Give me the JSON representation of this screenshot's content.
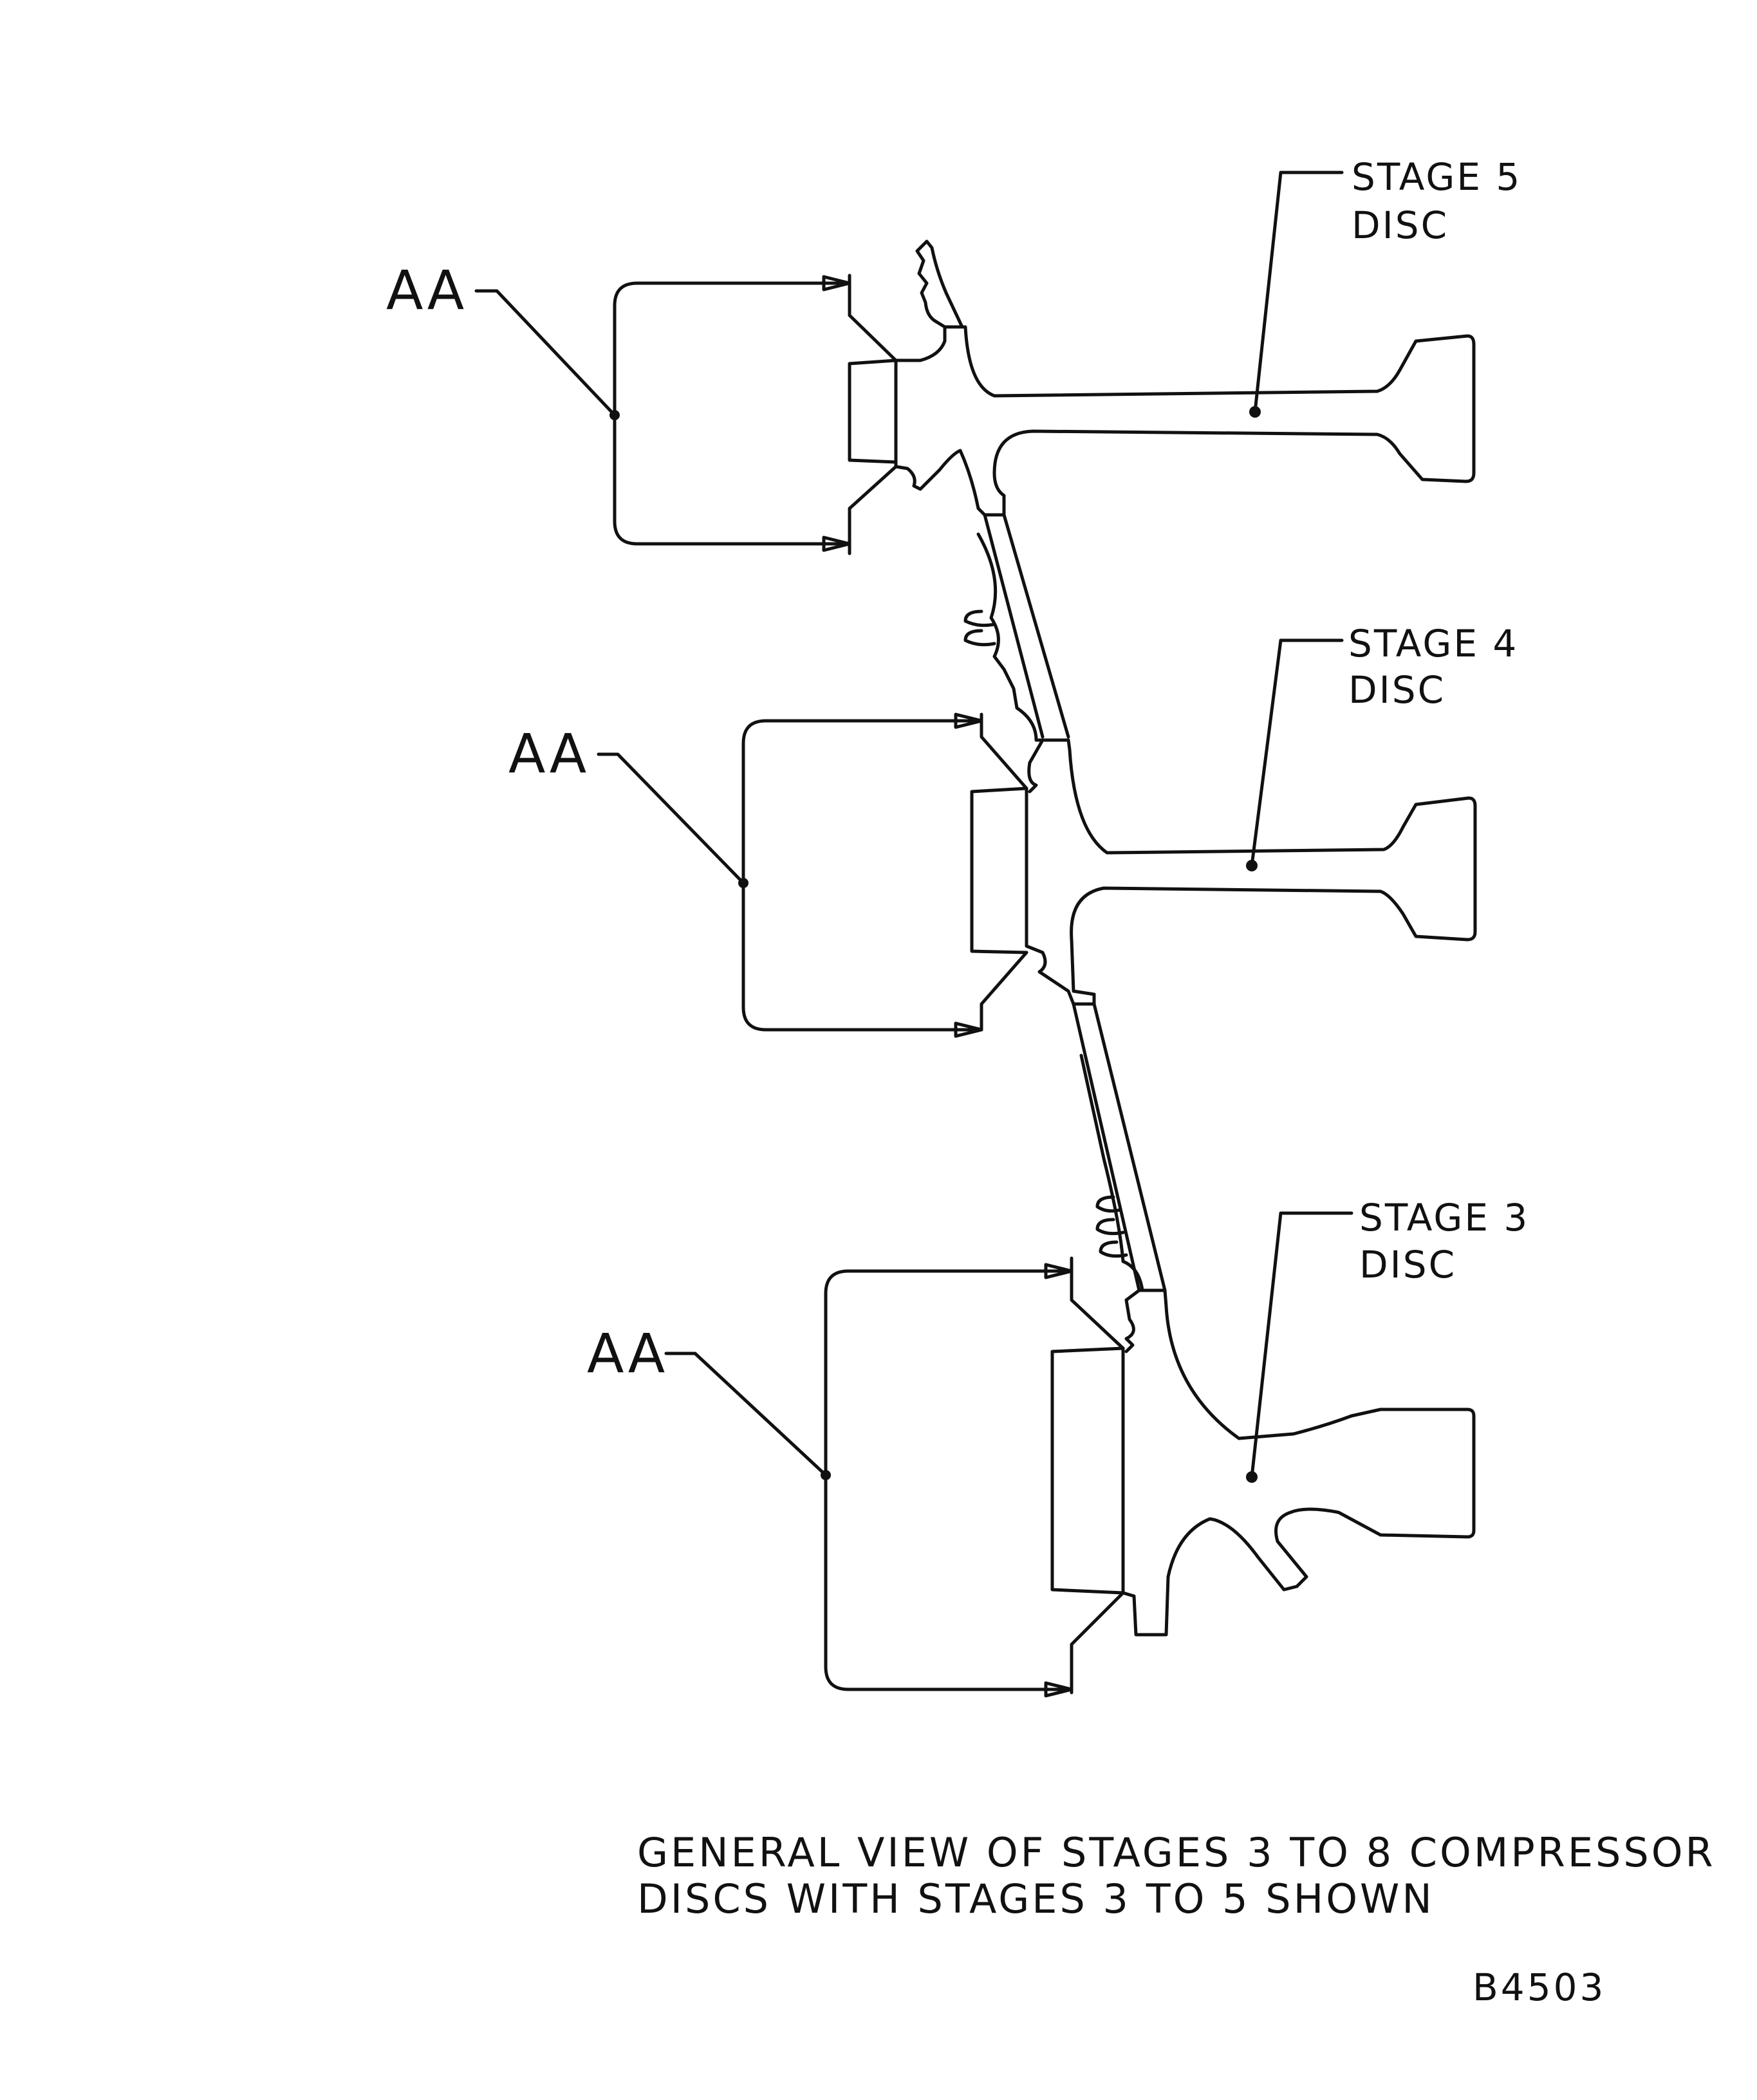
{
  "diagram": {
    "stage5": {
      "line1": "STAGE 5",
      "line2": "DISC"
    },
    "stage4": {
      "line1": "STAGE 4",
      "line2": "DISC"
    },
    "stage3": {
      "line1": "STAGE 3",
      "line2": "DISC"
    },
    "aa_label": "AA",
    "caption": {
      "line1": "GENERAL VIEW OF STAGES 3 TO 8 COMPRESSOR",
      "line2": "DISCS WITH STAGES 3 TO 5 SHOWN"
    },
    "reference": "B4503"
  }
}
